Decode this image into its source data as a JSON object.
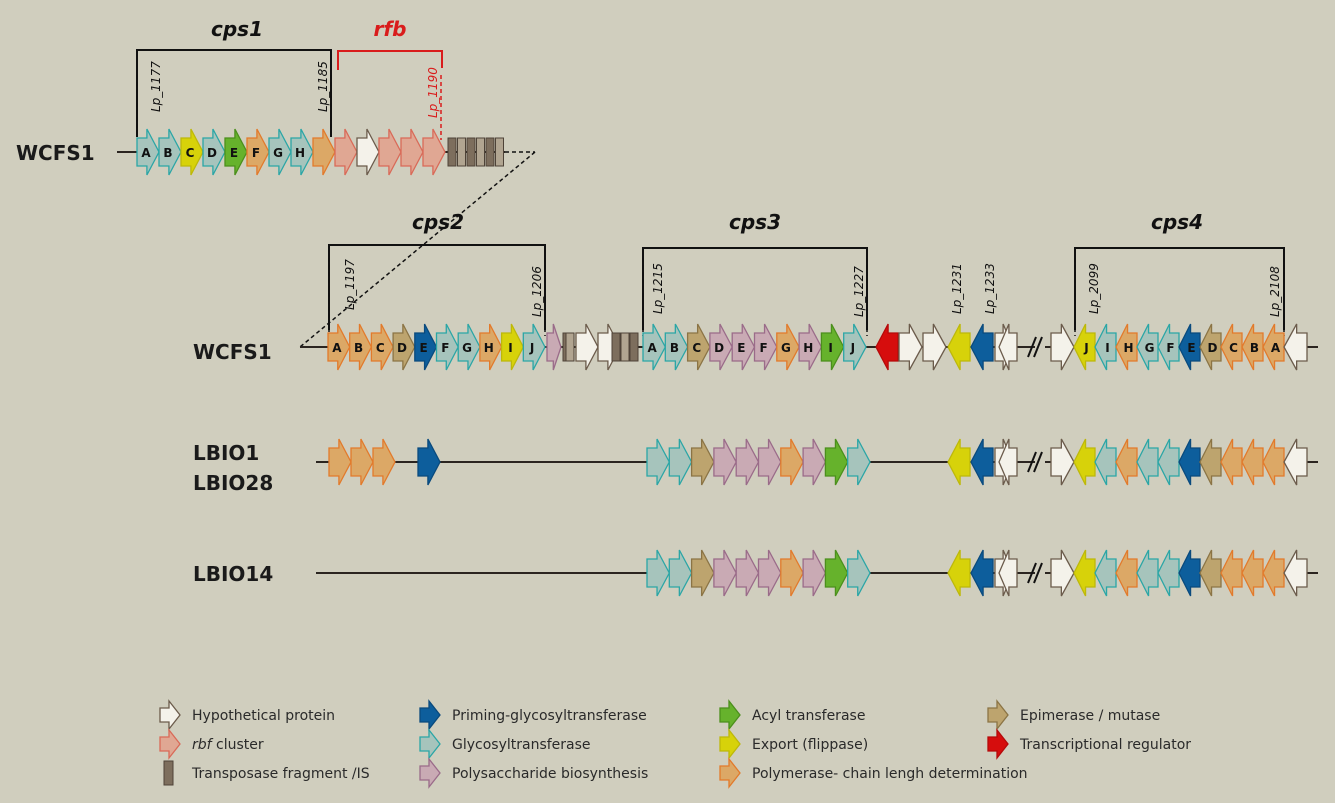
{
  "colors": {
    "background": "#d0cebe",
    "hyp": {
      "fill": "#f4f2ea",
      "stroke": "#6b5b4b"
    },
    "rfb": {
      "fill": "#e0a793",
      "stroke": "#d96a58"
    },
    "tpase": {
      "fill": "#7d6e5d",
      "stroke": "#4e4338",
      "fill2": "#b1a591"
    },
    "prime": {
      "fill": "#0d5e9c",
      "stroke": "#0a4a7d"
    },
    "glyco": {
      "fill": "#a6c4bc",
      "stroke": "#2aa6a6"
    },
    "polys": {
      "fill": "#c9aab4",
      "stroke": "#9a6b89"
    },
    "acyl": {
      "fill": "#66b22c",
      "stroke": "#4b8f1c"
    },
    "export": {
      "fill": "#d7d20a",
      "stroke": "#bdb80a"
    },
    "poly": {
      "fill": "#dca866",
      "stroke": "#e27a2b"
    },
    "epim": {
      "fill": "#bda46e",
      "stroke": "#8b7445"
    },
    "reg": {
      "fill": "#d60d0d",
      "stroke": "#b50a0a"
    },
    "rfb_label": "#d91c1c"
  },
  "strains": {
    "top": "WCFS1",
    "wcfs1": "WCFS1",
    "lbio1": "LBIO1",
    "lbio28": "LBIO28",
    "lbio14": "LBIO14"
  },
  "clusters": [
    {
      "name": "cps1",
      "color": "#111111",
      "loci": [
        "Lp_1177",
        "Lp_1185"
      ]
    },
    {
      "name": "rfb",
      "color": "#d91c1c",
      "loci": [
        "Lp_1190"
      ]
    },
    {
      "name": "cps2",
      "color": "#111111",
      "loci": [
        "Lp_1197",
        "Lp_1206"
      ]
    },
    {
      "name": "cps3",
      "color": "#111111",
      "loci": [
        "Lp_1215",
        "Lp_1227"
      ]
    },
    {
      "name": "cps4",
      "color": "#111111",
      "loci": [
        "Lp_2099",
        "Lp_2108"
      ]
    }
  ],
  "extra_loci": [
    "Lp_1231",
    "Lp_1233"
  ],
  "rows": {
    "top": [
      {
        "t": "glyco",
        "l": "A"
      },
      {
        "t": "glyco",
        "l": "B"
      },
      {
        "t": "export",
        "l": "C"
      },
      {
        "t": "glyco",
        "l": "D"
      },
      {
        "t": "acyl",
        "l": "E"
      },
      {
        "t": "poly",
        "l": "F"
      },
      {
        "t": "glyco",
        "l": "G"
      },
      {
        "t": "glyco",
        "l": "H"
      },
      {
        "t": "poly",
        "l": ""
      },
      {
        "t": "rfb",
        "l": ""
      },
      {
        "t": "hyp",
        "l": ""
      },
      {
        "t": "rfb",
        "l": ""
      },
      {
        "t": "rfb",
        "l": ""
      },
      {
        "t": "rfb",
        "l": ""
      }
    ],
    "wcfs1_cps2": [
      {
        "t": "poly",
        "l": "A"
      },
      {
        "t": "poly",
        "l": "B"
      },
      {
        "t": "poly",
        "l": "C"
      },
      {
        "t": "epim",
        "l": "D"
      },
      {
        "t": "prime",
        "l": "E"
      },
      {
        "t": "glyco",
        "l": "F"
      },
      {
        "t": "glyco",
        "l": "G"
      },
      {
        "t": "poly",
        "l": "H"
      },
      {
        "t": "export",
        "l": "I"
      },
      {
        "t": "glyco",
        "l": "J"
      }
    ],
    "wcfs1_cps3": [
      {
        "t": "glyco",
        "l": "A"
      },
      {
        "t": "glyco",
        "l": "B"
      },
      {
        "t": "epim",
        "l": "C"
      },
      {
        "t": "polys",
        "l": "D"
      },
      {
        "t": "polys",
        "l": "E"
      },
      {
        "t": "polys",
        "l": "F"
      },
      {
        "t": "poly",
        "l": "G"
      },
      {
        "t": "polys",
        "l": "H"
      },
      {
        "t": "acyl",
        "l": "I"
      },
      {
        "t": "glyco",
        "l": "J"
      }
    ],
    "cps4": [
      {
        "t": "export",
        "l": "J"
      },
      {
        "t": "glyco",
        "l": "I"
      },
      {
        "t": "poly",
        "l": "H"
      },
      {
        "t": "glyco",
        "l": "G"
      },
      {
        "t": "glyco",
        "l": "F"
      },
      {
        "t": "prime",
        "l": "E"
      },
      {
        "t": "epim",
        "l": "D"
      },
      {
        "t": "poly",
        "l": "C"
      },
      {
        "t": "poly",
        "l": "B"
      },
      {
        "t": "poly",
        "l": "A"
      }
    ]
  },
  "legend": [
    {
      "type": "hyp",
      "label": "Hypothetical protein"
    },
    {
      "type": "rfb",
      "label_italic": "rbf",
      "label": " cluster"
    },
    {
      "type": "tpase",
      "label": "Transposase fragment /IS"
    },
    {
      "type": "prime",
      "label": "Priming-glycosyltransferase"
    },
    {
      "type": "glyco",
      "label": "Glycosyltransferase"
    },
    {
      "type": "polys",
      "label": "Polysaccharide biosynthesis"
    },
    {
      "type": "acyl",
      "label": "Acyl transferase"
    },
    {
      "type": "export",
      "label": "Export (flippase)"
    },
    {
      "type": "poly",
      "label": "Polymerase- chain lengh determination"
    },
    {
      "type": "epim",
      "label": "Epimerase / mutase"
    },
    {
      "type": "reg",
      "label": "Transcriptional regulator"
    }
  ]
}
